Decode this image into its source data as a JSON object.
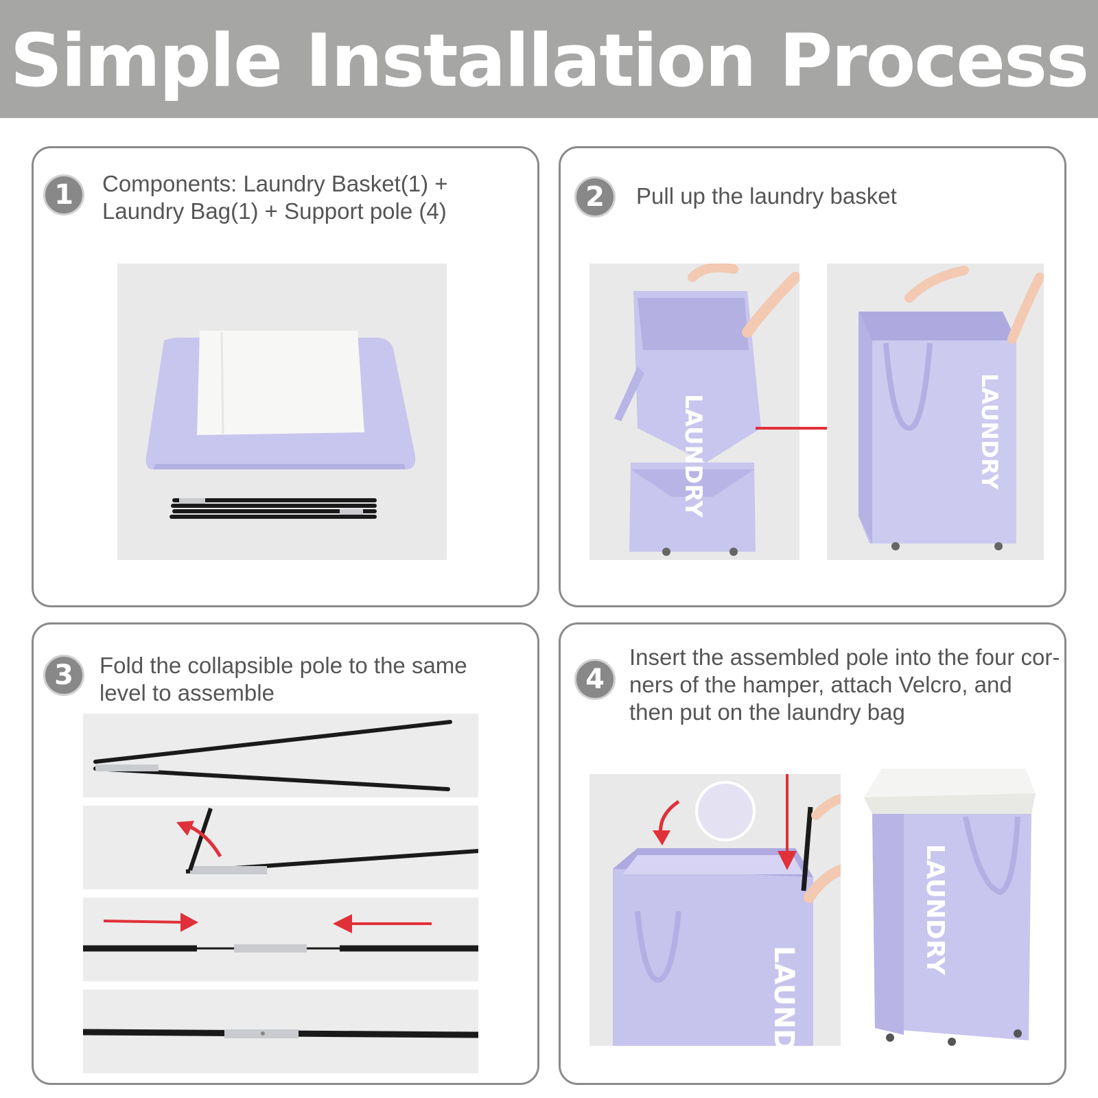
{
  "banner": {
    "title": "Simple Installation Process"
  },
  "steps": [
    {
      "number": "1",
      "text": "Components: Laundry Basket(1) +\nLaundry Bag(1) + Support pole (4)"
    },
    {
      "number": "2",
      "text": "Pull up the laundry basket"
    },
    {
      "number": "3",
      "text": "Fold the collapsible pole to the same\nlevel to assemble"
    },
    {
      "number": "4",
      "text": "Insert the assembled pole into the four cor-\nners of the hamper, attach Velcro, and\nthen put on the laundry bag"
    }
  ],
  "product": {
    "brand_label": "LAUNDRY"
  },
  "colors": {
    "banner": "#a6a6a4",
    "lavender": "#c6c3ec",
    "lavender_dark": "#aeaae0",
    "arrow_red": "#e0303a",
    "pole": "#1a1a1a"
  },
  "icons": [
    "step-1-badge",
    "step-2-badge",
    "step-3-badge",
    "step-4-badge",
    "right-arrow-icon",
    "down-arrow-icon",
    "curved-arrow-icon"
  ]
}
